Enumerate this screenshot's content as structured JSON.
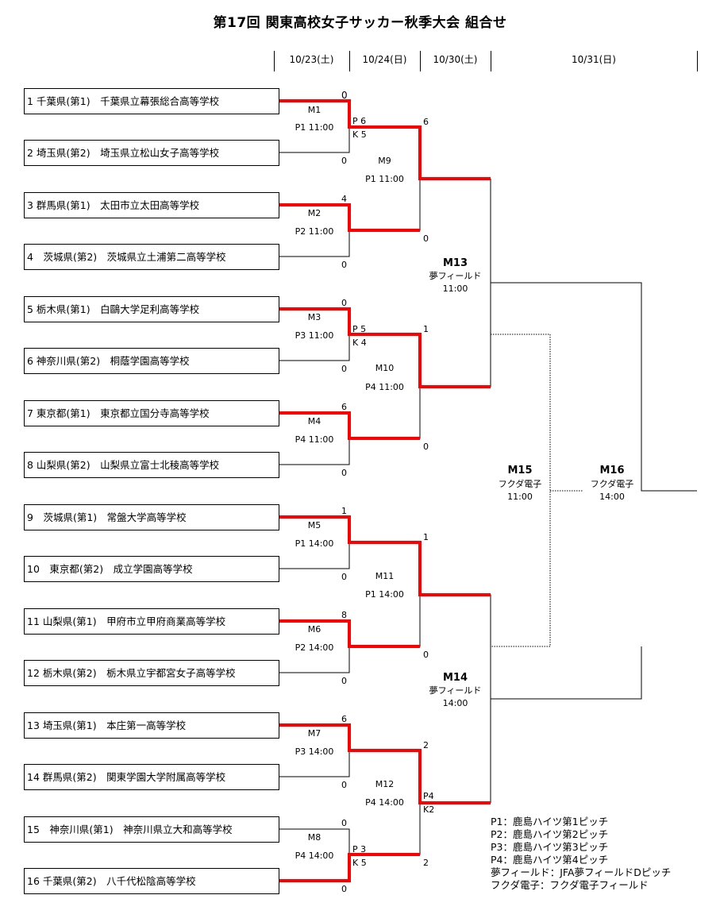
{
  "title": "第17回 関東高校女子サッカー秋季大会 組合せ",
  "dates": [
    "10/23(土)",
    "10/24(日)",
    "10/30(土)",
    "10/31(日)"
  ],
  "teams": [
    "1 千葉県(第1)　千葉県立幕張総合高等学校",
    "2 埼玉県(第2)　埼玉県立松山女子高等学校",
    "3 群馬県(第1)　太田市立太田高等学校",
    "4　茨城県(第2)　茨城県立土浦第二高等学校",
    "5 栃木県(第1)　白鷗大学足利高等学校",
    "6 神奈川県(第2)　桐蔭学園高等学校",
    "7 東京都(第1)　東京都立国分寺高等学校",
    "8 山梨県(第2)　山梨県立富士北稜高等学校",
    "9　茨城県(第1)　常盤大学高等学校",
    "10　東京都(第2)　成立学園高等学校",
    "11 山梨県(第1)　甲府市立甲府商業高等学校",
    "12 栃木県(第2)　栃木県立宇都宮女子高等学校",
    "13 埼玉県(第1)　本庄第一高等学校",
    "14 群馬県(第2)　関東学園大学附属高等学校",
    "15　神奈川県(第1)　神奈川県立大和高等学校",
    "16 千葉県(第2)　八千代松陰高等学校"
  ],
  "r1": [
    {
      "id": "M1",
      "venue": "P1 11:00",
      "top": "0",
      "bottom": "0",
      "pk_top": "P 6",
      "pk_bottom": "K 5"
    },
    {
      "id": "M2",
      "venue": "P2 11:00",
      "top": "4",
      "bottom": "0",
      "pk_top": "",
      "pk_bottom": ""
    },
    {
      "id": "M3",
      "venue": "P3 11:00",
      "top": "0",
      "bottom": "0",
      "pk_top": "P 5",
      "pk_bottom": "K 4"
    },
    {
      "id": "M4",
      "venue": "P4 11:00",
      "top": "6",
      "bottom": "0",
      "pk_top": "",
      "pk_bottom": ""
    },
    {
      "id": "M5",
      "venue": "P1 14:00",
      "top": "1",
      "bottom": "0",
      "pk_top": "",
      "pk_bottom": ""
    },
    {
      "id": "M6",
      "venue": "P2 14:00",
      "top": "8",
      "bottom": "0",
      "pk_top": "",
      "pk_bottom": ""
    },
    {
      "id": "M7",
      "venue": "P3 14:00",
      "top": "6",
      "bottom": "0",
      "pk_top": "",
      "pk_bottom": ""
    },
    {
      "id": "M8",
      "venue": "P4 14:00",
      "top": "0",
      "bottom": "0",
      "pk_top": "P 3",
      "pk_bottom": "K 5"
    }
  ],
  "r2": [
    {
      "id": "M9",
      "venue": "P1 11:00",
      "top": "6",
      "bottom": "0"
    },
    {
      "id": "M10",
      "venue": "P4 11:00",
      "top": "1",
      "bottom": "0"
    },
    {
      "id": "M11",
      "venue": "P1 14:00",
      "top": "1",
      "bottom": "0"
    },
    {
      "id": "M12",
      "venue": "P4 14:00",
      "top": "2",
      "bottom": "2",
      "pk_top": "P4",
      "pk_bottom": "K2"
    }
  ],
  "r3": [
    {
      "id": "M13",
      "venue": "夢フィールド",
      "time": "11:00"
    },
    {
      "id": "M14",
      "venue": "夢フィールド",
      "time": "14:00"
    }
  ],
  "r4": [
    {
      "id": "M15",
      "venue": "フクダ電子",
      "time": "11:00"
    },
    {
      "id": "M16",
      "venue": "フクダ電子",
      "time": "14:00"
    }
  ],
  "legend": [
    "P1：鹿島ハイツ第1ピッチ",
    "P2：鹿島ハイツ第2ピッチ",
    "P3：鹿島ハイツ第3ピッチ",
    "P4：鹿島ハイツ第4ピッチ",
    "夢フィールド：JFA夢フィールドDピッチ",
    "フクダ電子：フクダ電子フィールド"
  ],
  "colors": {
    "winner_line": "#ff0000",
    "line": "#000000"
  }
}
